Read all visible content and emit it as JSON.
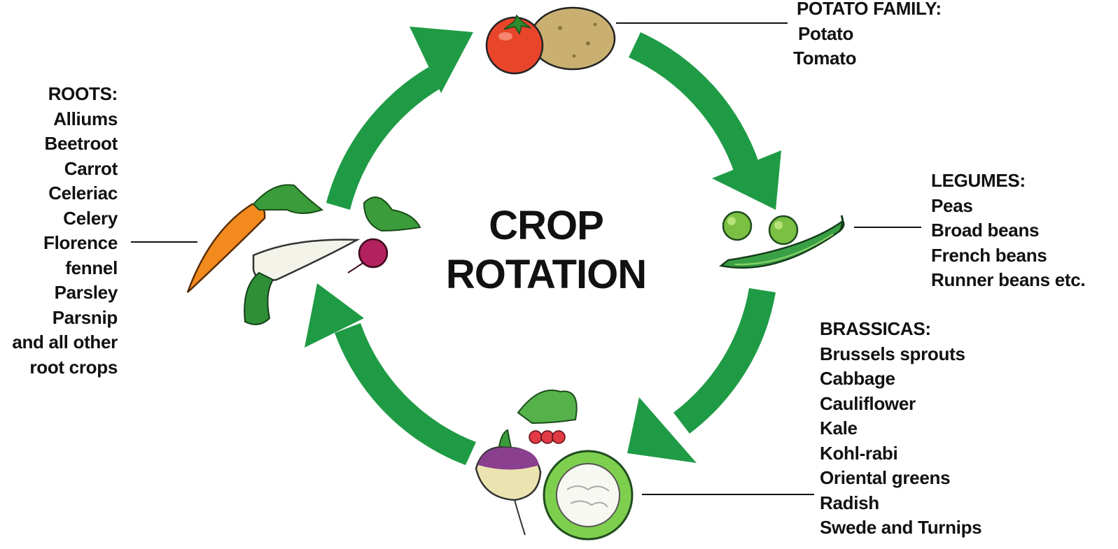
{
  "title": {
    "line1": "CROP",
    "line2": "ROTATION"
  },
  "colors": {
    "arrow": "#1f9b45",
    "text": "#111111",
    "connector": "#111111"
  },
  "groups": {
    "roots": {
      "heading": "ROOTS:",
      "items": [
        "Alliums",
        "Beetroot",
        "Carrot",
        "Celeriac",
        "Celery",
        "Florence",
        "fennel",
        "Parsley",
        "Parsnip",
        "and all other",
        "root crops"
      ],
      "icons": [
        "carrot-icon",
        "parsnip-icon",
        "beetroot-icon"
      ]
    },
    "potato": {
      "heading": "POTATO FAMILY:",
      "items": [
        "Potato",
        "Tomato"
      ],
      "icons": [
        "tomato-icon",
        "potato-icon"
      ]
    },
    "legumes": {
      "heading": "LEGUMES:",
      "items": [
        "Peas",
        "Broad beans",
        "French beans",
        "Runner beans etc."
      ],
      "icons": [
        "pea-icon",
        "pea-pod-icon"
      ]
    },
    "brassicas": {
      "heading": "BRASSICAS:",
      "items": [
        "Brussels sprouts",
        "Cabbage",
        "Cauliflower",
        "Kale",
        "Kohl-rabi",
        "Oriental greens",
        "Radish",
        "Swede and Turnips"
      ],
      "icons": [
        "turnip-icon",
        "radish-icon",
        "cauliflower-icon"
      ]
    }
  }
}
